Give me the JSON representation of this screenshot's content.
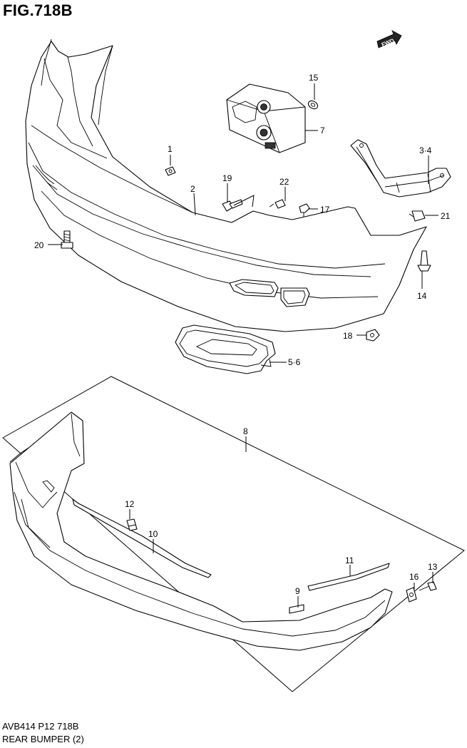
{
  "figure": {
    "title": "FIG.718B",
    "code": "AVB414 P12 718B",
    "name": "REAR BUMPER (2)",
    "fwd_label": "FWD"
  },
  "callouts": [
    {
      "id": "c1",
      "label": "1"
    },
    {
      "id": "c2",
      "label": "2"
    },
    {
      "id": "c34",
      "label": "3·4"
    },
    {
      "id": "c56",
      "label": "5·6"
    },
    {
      "id": "c7",
      "label": "7"
    },
    {
      "id": "c8",
      "label": "8"
    },
    {
      "id": "c9",
      "label": "9"
    },
    {
      "id": "c10",
      "label": "10"
    },
    {
      "id": "c11",
      "label": "11"
    },
    {
      "id": "c12",
      "label": "12"
    },
    {
      "id": "c13",
      "label": "13"
    },
    {
      "id": "c14",
      "label": "14"
    },
    {
      "id": "c15",
      "label": "15"
    },
    {
      "id": "c16",
      "label": "16"
    },
    {
      "id": "c17",
      "label": "17"
    },
    {
      "id": "c18",
      "label": "18"
    },
    {
      "id": "c19",
      "label": "19"
    },
    {
      "id": "c20",
      "label": "20"
    },
    {
      "id": "c21",
      "label": "21"
    },
    {
      "id": "c22",
      "label": "22"
    }
  ]
}
